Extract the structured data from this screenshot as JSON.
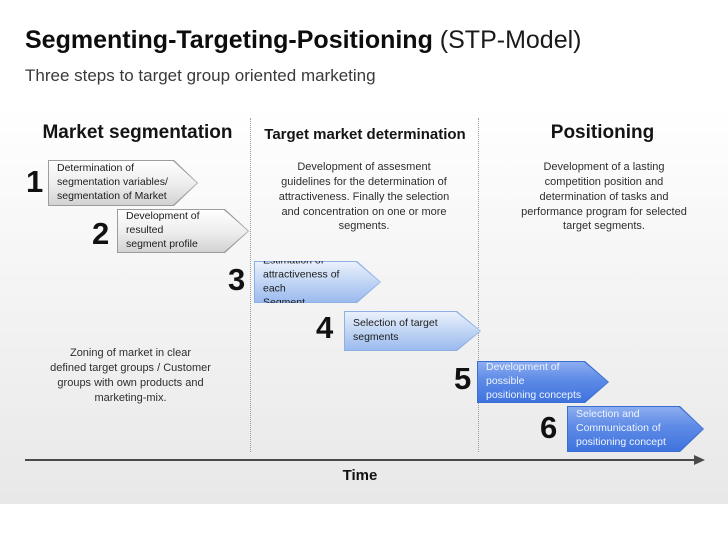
{
  "title": {
    "main": "Segmenting-Targeting-Positioning",
    "suffix": " (STP-Model)"
  },
  "subtitle": "Three steps to target group oriented marketing",
  "columns": [
    {
      "header": "Market segmentation",
      "description": "Zoning of market in clear\ndefined target groups / Customer\ngroups with own products and\nmarketing-mix."
    },
    {
      "header": "Target market determination",
      "description": "Development of assesment\nguidelines for the determination of\nattractiveness. Finally the selection\nand concentration on one or more\nsegments."
    },
    {
      "header": "Positioning",
      "description": "Development of a lasting\ncompetition position and\ndetermination of tasks and\nperformance program for selected\ntarget segments."
    }
  ],
  "steps": [
    {
      "number": "1",
      "label": "Determination of\nsegmentation variables/\nsegmentation of Market",
      "variant": "gray"
    },
    {
      "number": "2",
      "label": "Development of\nresulted\nsegment profile",
      "variant": "gray"
    },
    {
      "number": "3",
      "label": "Estimation of\nattractiveness of each\nSegment",
      "variant": "lightblue"
    },
    {
      "number": "4",
      "label": "Selection of target\nsegments",
      "variant": "lightblue"
    },
    {
      "number": "5",
      "label": "Development of possible\npositioning concepts",
      "variant": "blue"
    },
    {
      "number": "6",
      "label": "Selection and\nCommunication of\npositioning concept",
      "variant": "blue"
    }
  ],
  "axis": {
    "label": "Time"
  },
  "colors": {
    "arrow_gray_border": "#9c9c9c",
    "arrow_lightblue_border": "#8fb0e4",
    "arrow_blue_border": "#3a6ed0",
    "arrow_blue_fill": "#3f73de",
    "band_gray": "#e8e8e8",
    "axis": "#4a4a4a"
  }
}
